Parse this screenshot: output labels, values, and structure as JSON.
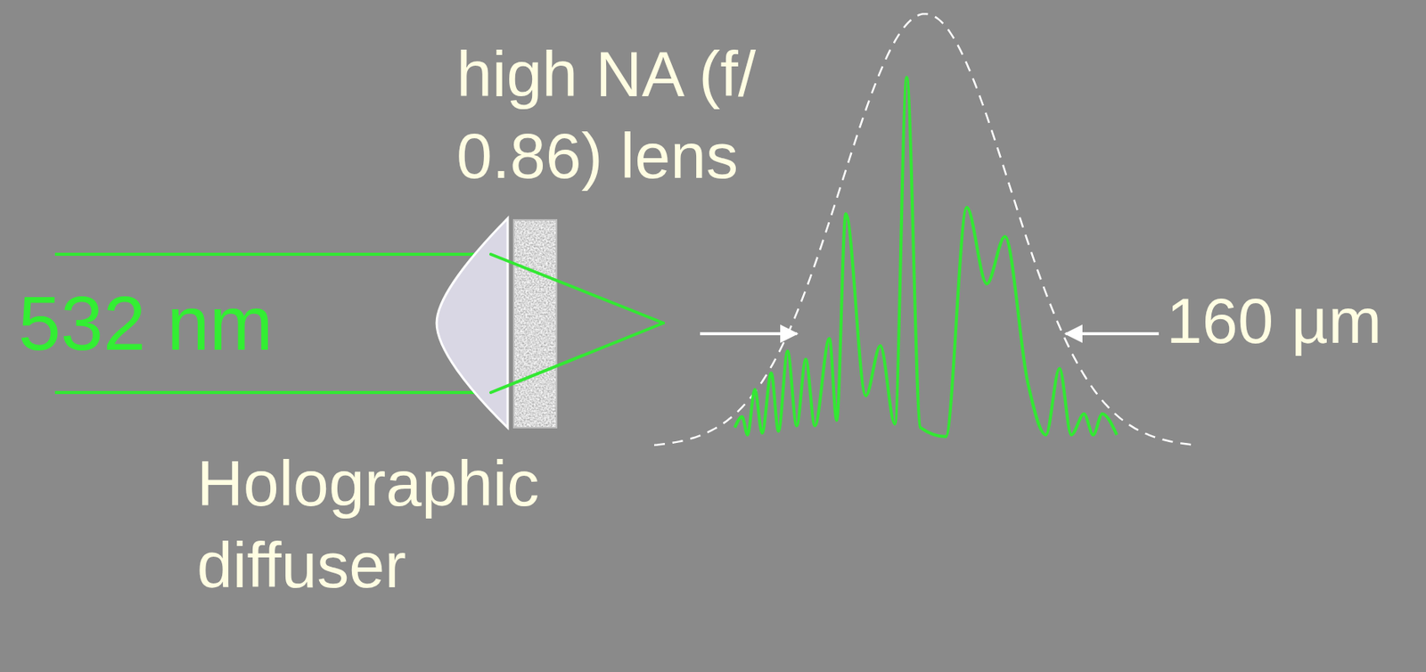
{
  "diagram": {
    "labels": [
      "532 nm",
      "high NA (f/ 0.86) lens",
      "Holographic diffuser",
      "160 µm"
    ]
  }
}
